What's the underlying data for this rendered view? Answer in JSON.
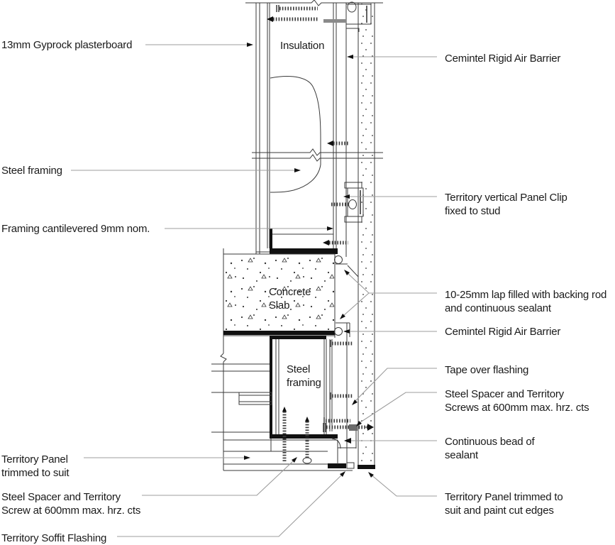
{
  "colors": {
    "background": "#ffffff",
    "drawing_line": "#3a3a3a",
    "dark_fill": "#111111",
    "leader_line": "#9c9c9c",
    "text": "#1a1a1a"
  },
  "labels": {
    "gyprock": {
      "lines": [
        "13mm Gyprock plasterboard"
      ]
    },
    "steel_framing_upper": {
      "lines": [
        "Steel framing"
      ]
    },
    "framing_cantilevered": {
      "lines": [
        "Framing cantilevered 9mm nom."
      ]
    },
    "territory_panel_trimmed": {
      "lines": [
        "Territory Panel",
        "trimmed to suit"
      ]
    },
    "steel_spacer_screw": {
      "lines": [
        "Steel Spacer and Territory",
        "Screw at 600mm max. hrz. cts"
      ]
    },
    "territory_soffit_flashing": {
      "lines": [
        "Territory Soffit Flashing"
      ]
    },
    "cemintel_air_barrier_upper": {
      "lines": [
        "Cemintel Rigid Air Barrier"
      ]
    },
    "panel_clip": {
      "lines": [
        "Territory vertical Panel Clip",
        "fixed to stud"
      ]
    },
    "lap_backing_rod": {
      "lines": [
        "10-25mm lap filled with backing rod",
        "and continuous sealant"
      ]
    },
    "cemintel_air_barrier_lower": {
      "lines": [
        "Cemintel Rigid Air Barrier"
      ]
    },
    "tape_over_flashing": {
      "lines": [
        "Tape over flashing"
      ]
    },
    "steel_spacer_screws": {
      "lines": [
        "Steel Spacer and Territory",
        "Screws at 600mm max. hrz. cts"
      ]
    },
    "continuous_bead": {
      "lines": [
        "Continuous bead of",
        "sealant"
      ]
    },
    "territory_panel_paint": {
      "lines": [
        "Territory Panel trimmed to",
        "suit and paint cut edges"
      ]
    },
    "insulation": {
      "lines": [
        "Insulation"
      ]
    },
    "concrete_slab": {
      "lines": [
        "Concrete",
        "Slab"
      ]
    },
    "steel_framing_lower": {
      "lines": [
        "Steel",
        "framing"
      ]
    }
  }
}
